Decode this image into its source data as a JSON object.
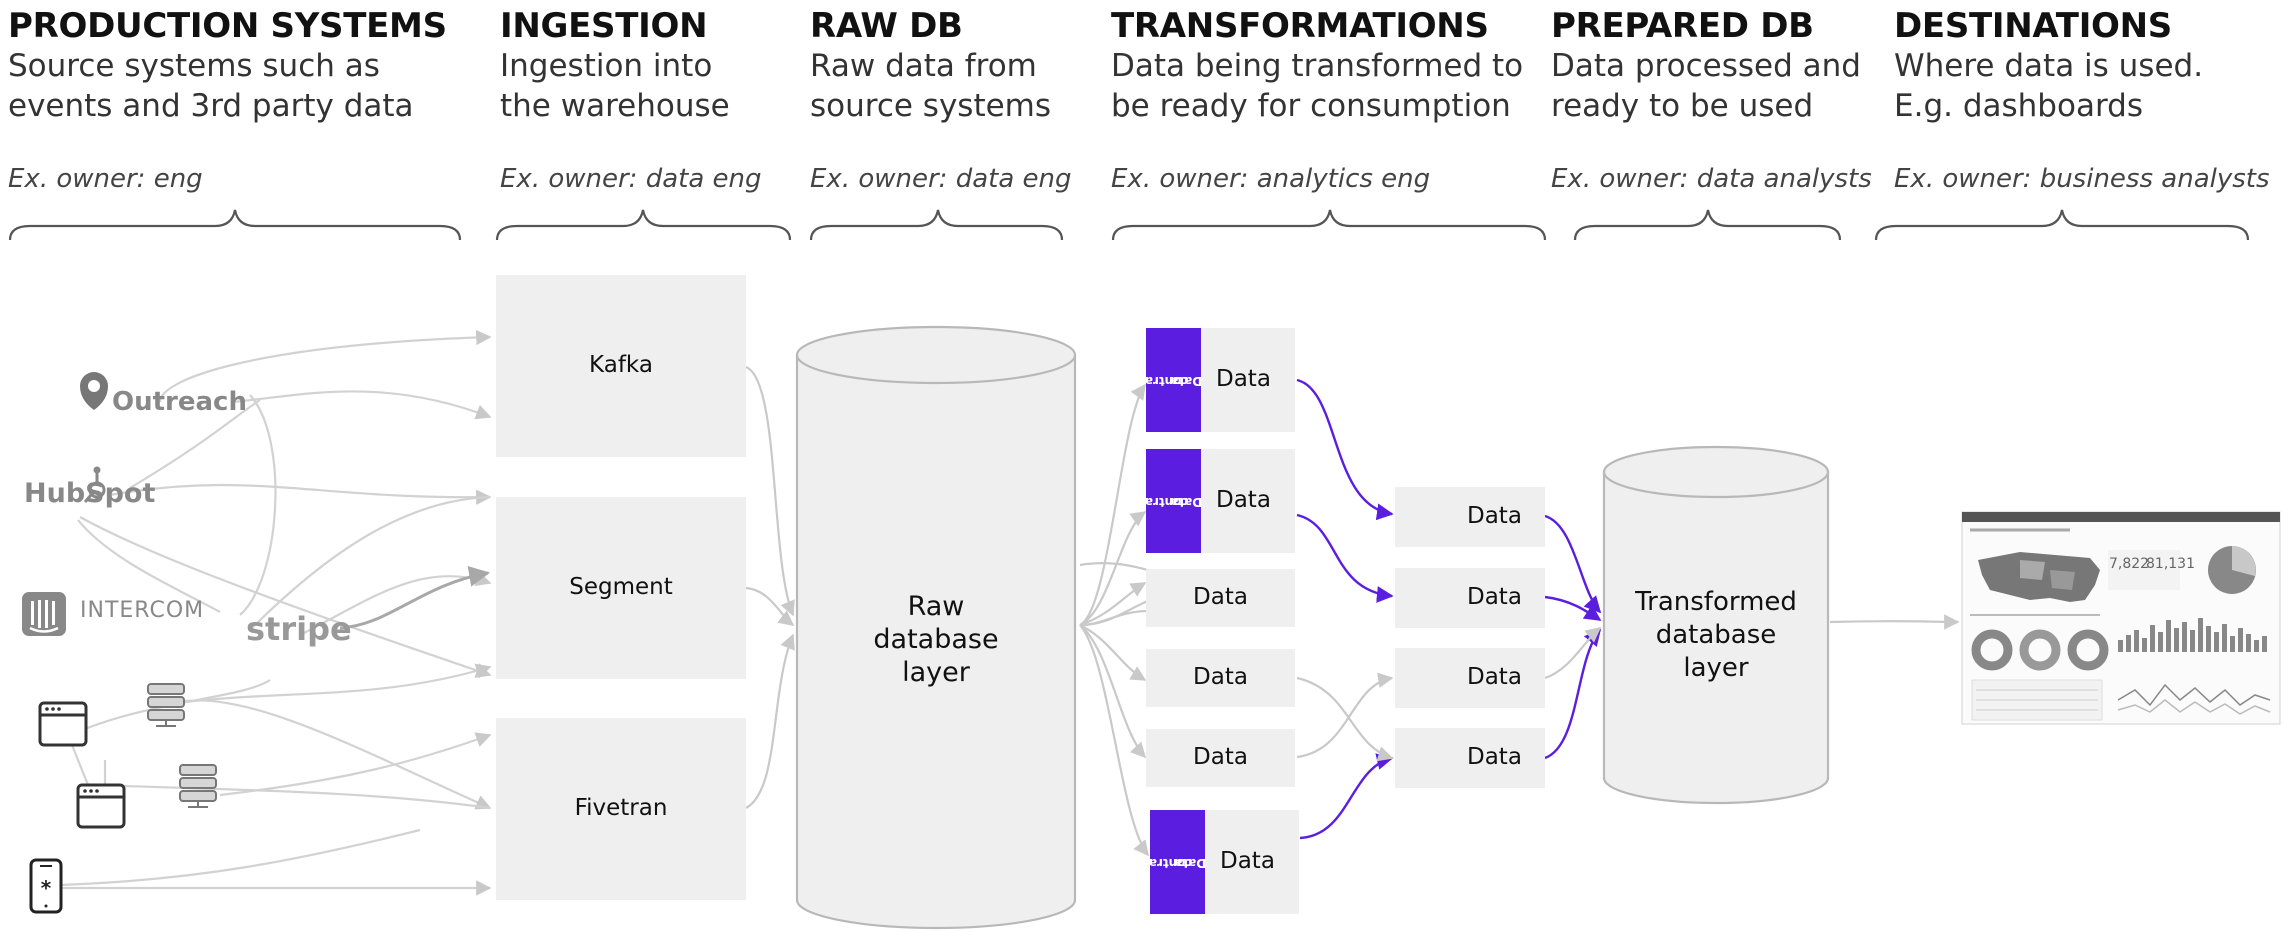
{
  "columns": [
    {
      "title": "PRODUCTION SYSTEMS",
      "desc_line1": "Source systems such as",
      "desc_line2": "events and 3rd party data",
      "owner": "Ex. owner: eng"
    },
    {
      "title": "INGESTION",
      "desc_line1": "Ingestion into",
      "desc_line2": "the warehouse",
      "owner": "Ex. owner: data eng"
    },
    {
      "title": "RAW DB",
      "desc_line1": "Raw data from",
      "desc_line2": "source systems",
      "owner": "Ex. owner: data eng"
    },
    {
      "title": "TRANSFORMATIONS",
      "desc_line1": "Data being transformed to",
      "desc_line2": "be ready for consumption",
      "owner": "Ex. owner: analytics eng"
    },
    {
      "title": "PREPARED DB",
      "desc_line1": "Data processed and",
      "desc_line2": "ready to be used",
      "owner": "Ex. owner: data analysts"
    },
    {
      "title": "DESTINATIONS",
      "desc_line1": "Where data is used.",
      "desc_line2": "E.g. dashboards",
      "owner": "Ex. owner: business analysts"
    }
  ],
  "sources": {
    "outreach": "Outreach",
    "hubspot": "HubSpot",
    "intercom": "INTERCOM",
    "stripe": "stripe"
  },
  "ingestion": [
    "Kafka",
    "Segment",
    "Fivetran"
  ],
  "raw_db": {
    "line1": "Raw",
    "line2": "database",
    "line3": "layer"
  },
  "transform_label": "Data",
  "contract": {
    "line1": "Data",
    "line2": "contract"
  },
  "prepared_db": {
    "line1": "Transformed",
    "line2": "database",
    "line3": "layer"
  },
  "dashboard": {
    "kpi1": "7,822",
    "kpi2": "81,131"
  },
  "colors": {
    "accent": "#5b1ee0",
    "box": "#efefef",
    "arrow": "#c9c9c9",
    "cylinder_stroke": "#b8b8b8"
  }
}
